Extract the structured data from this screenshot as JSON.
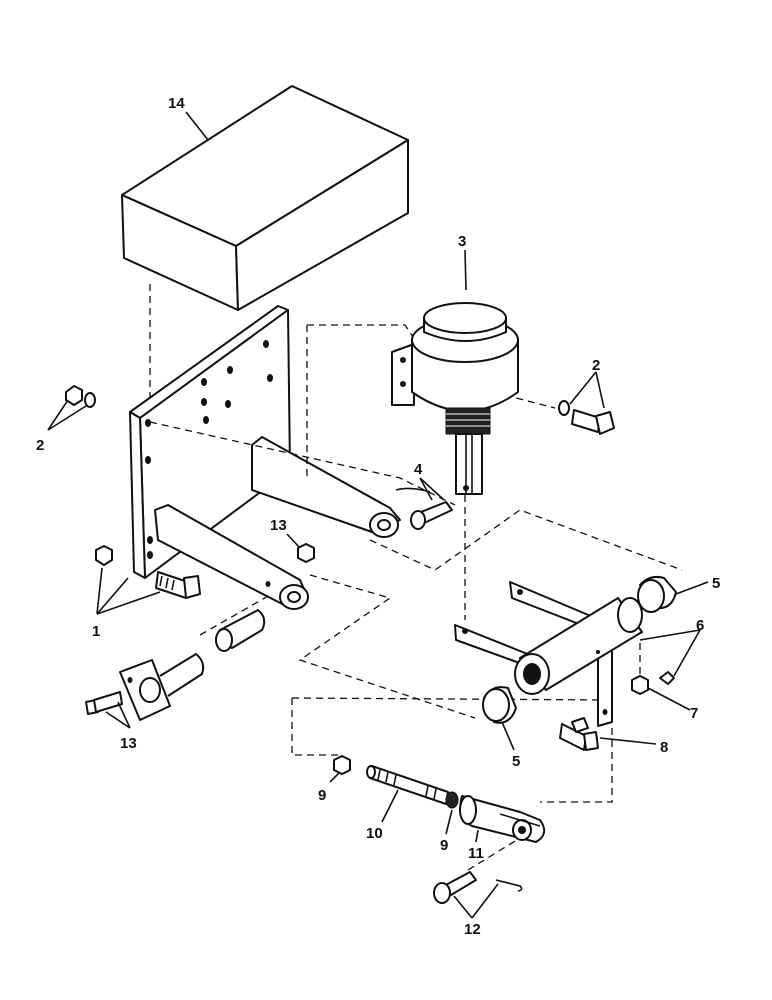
{
  "diagram": {
    "callouts": [
      {
        "id": "c14",
        "text": "14"
      },
      {
        "id": "c3",
        "text": "3"
      },
      {
        "id": "c2a",
        "text": "2"
      },
      {
        "id": "c2b",
        "text": "2"
      },
      {
        "id": "c4",
        "text": "4"
      },
      {
        "id": "c13a",
        "text": "13"
      },
      {
        "id": "c1",
        "text": "1"
      },
      {
        "id": "c13b",
        "text": "13"
      },
      {
        "id": "c5a",
        "text": "5"
      },
      {
        "id": "c6",
        "text": "6"
      },
      {
        "id": "c7",
        "text": "7"
      },
      {
        "id": "c8",
        "text": "8"
      },
      {
        "id": "c5b",
        "text": "5"
      },
      {
        "id": "c9a",
        "text": "9"
      },
      {
        "id": "c10",
        "text": "10"
      },
      {
        "id": "c9b",
        "text": "9"
      },
      {
        "id": "c11",
        "text": "11"
      },
      {
        "id": "c12",
        "text": "12"
      }
    ]
  }
}
